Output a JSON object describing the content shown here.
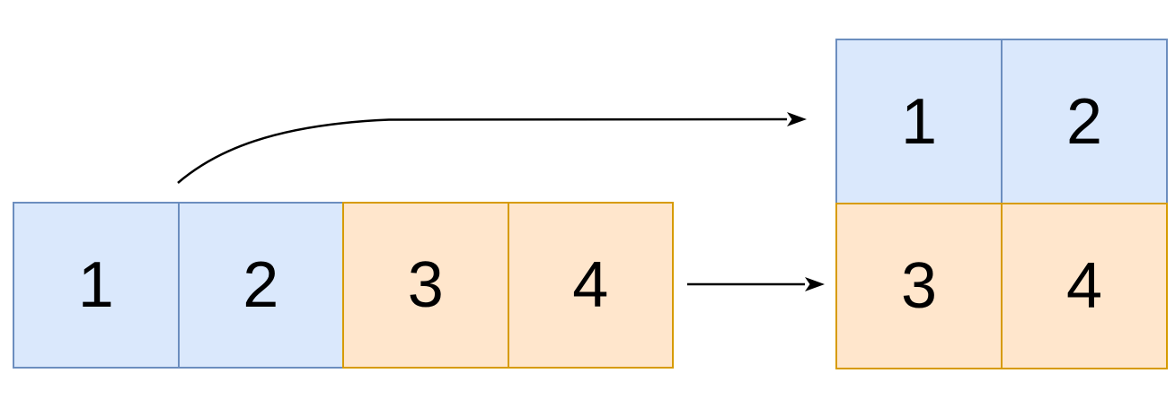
{
  "diagram": {
    "source_row": {
      "cells": [
        {
          "label": "1",
          "color": "blue"
        },
        {
          "label": "2",
          "color": "blue"
        },
        {
          "label": "3",
          "color": "orange"
        },
        {
          "label": "4",
          "color": "orange"
        }
      ]
    },
    "target_grid": {
      "cells": [
        {
          "label": "1",
          "color": "blue"
        },
        {
          "label": "2",
          "color": "blue"
        },
        {
          "label": "3",
          "color": "orange"
        },
        {
          "label": "4",
          "color": "orange"
        }
      ]
    },
    "arrows": [
      {
        "name": "curved-arrow",
        "from": "source-row",
        "to": "target-grid-row-1",
        "style": "curved"
      },
      {
        "name": "straight-arrow",
        "from": "source-row",
        "to": "target-grid-row-2",
        "style": "straight"
      }
    ],
    "colors": {
      "blue_fill": "#dae8fc",
      "blue_border": "#6c8ebf",
      "orange_fill": "#ffe6cc",
      "orange_border": "#d79b00",
      "arrow": "#000000",
      "background": "#ffffff"
    }
  }
}
